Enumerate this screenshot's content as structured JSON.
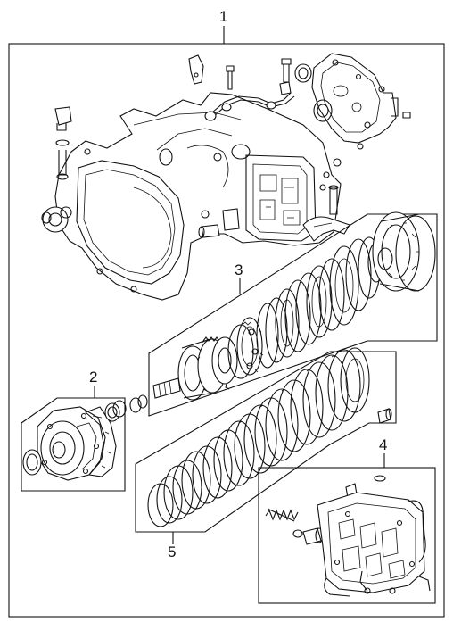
{
  "callouts": {
    "main": "1",
    "oil_pump": "2",
    "clutch_assembly": "3",
    "valve_body": "4",
    "friction_plates": "5"
  }
}
